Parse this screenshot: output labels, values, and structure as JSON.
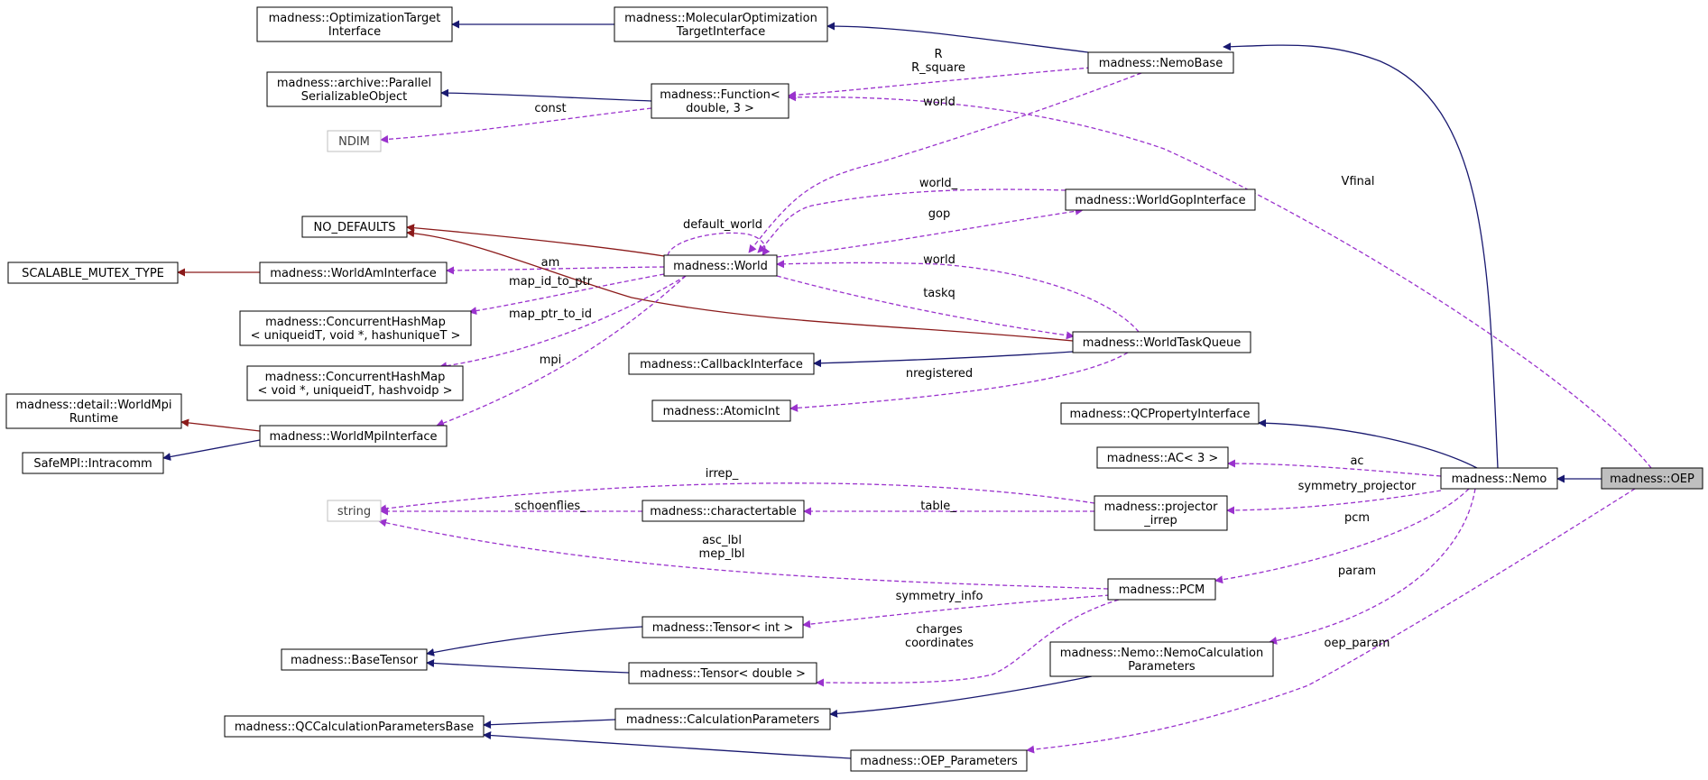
{
  "nodes": {
    "optimization_target_interface": {
      "lines": [
        "madness::OptimizationTarget",
        "Interface"
      ]
    },
    "molecular_optimization_target_interface": {
      "lines": [
        "madness::MolecularOptimization",
        "TargetInterface"
      ]
    },
    "nemo_base": {
      "lines": [
        "madness::NemoBase"
      ]
    },
    "archive_parallel_serializable_object": {
      "lines": [
        "madness::archive::Parallel",
        "SerializableObject"
      ]
    },
    "function_double_3": {
      "lines": [
        "madness::Function<",
        "double, 3 >"
      ]
    },
    "ndim": {
      "lines": [
        "NDIM"
      ]
    },
    "no_defaults": {
      "lines": [
        "NO_DEFAULTS"
      ]
    },
    "world_gop_interface": {
      "lines": [
        "madness::WorldGopInterface"
      ]
    },
    "scalable_mutex_type": {
      "lines": [
        "SCALABLE_MUTEX_TYPE"
      ]
    },
    "world_am_interface": {
      "lines": [
        "madness::WorldAmInterface"
      ]
    },
    "world": {
      "lines": [
        "madness::World"
      ]
    },
    "concurrent_hash_map_uniqueid": {
      "lines": [
        "madness::ConcurrentHashMap",
        "< uniqueidT, void *, hashuniqueT >"
      ]
    },
    "world_task_queue": {
      "lines": [
        "madness::WorldTaskQueue"
      ]
    },
    "concurrent_hash_map_voidptr": {
      "lines": [
        "madness::ConcurrentHashMap",
        "< void *, uniqueidT, hashvoidp >"
      ]
    },
    "callback_interface": {
      "lines": [
        "madness::CallbackInterface"
      ]
    },
    "atomic_int": {
      "lines": [
        "madness::AtomicInt"
      ]
    },
    "detail_world_mpi_runtime": {
      "lines": [
        "madness::detail::WorldMpi",
        "Runtime"
      ]
    },
    "world_mpi_interface": {
      "lines": [
        "madness::WorldMpiInterface"
      ]
    },
    "qc_property_interface": {
      "lines": [
        "madness::QCPropertyInterface"
      ]
    },
    "safempi_intracomm": {
      "lines": [
        "SafeMPI::Intracomm"
      ]
    },
    "ac_3": {
      "lines": [
        "madness::AC< 3 >"
      ]
    },
    "nemo": {
      "lines": [
        "madness::Nemo"
      ]
    },
    "oep": {
      "lines": [
        "madness::OEP"
      ]
    },
    "string": {
      "lines": [
        "string"
      ]
    },
    "charactertable": {
      "lines": [
        "madness::charactertable"
      ]
    },
    "projector_irrep": {
      "lines": [
        "madness::projector",
        "_irrep"
      ]
    },
    "pcm": {
      "lines": [
        "madness::PCM"
      ]
    },
    "tensor_int": {
      "lines": [
        "madness::Tensor< int >"
      ]
    },
    "base_tensor": {
      "lines": [
        "madness::BaseTensor"
      ]
    },
    "nemo_calculation_parameters": {
      "lines": [
        "madness::Nemo::NemoCalculation",
        "Parameters"
      ]
    },
    "tensor_double": {
      "lines": [
        "madness::Tensor< double >"
      ]
    },
    "calculation_parameters": {
      "lines": [
        "madness::CalculationParameters"
      ]
    },
    "qc_calculation_parameters_base": {
      "lines": [
        "madness::QCCalculationParametersBase"
      ]
    },
    "oep_parameters": {
      "lines": [
        "madness::OEP_Parameters"
      ]
    }
  },
  "edge_labels": {
    "r_rsquare": [
      "R",
      "R_square"
    ],
    "const": [
      "const"
    ],
    "world_1": [
      "world"
    ],
    "vfinal": [
      "Vfinal"
    ],
    "world_underscore": [
      "world_"
    ],
    "gop": [
      "gop"
    ],
    "default_world": [
      "default_world"
    ],
    "am": [
      "am"
    ],
    "map_id_to_ptr": [
      "map_id_to_ptr"
    ],
    "world_2": [
      "world"
    ],
    "taskq": [
      "taskq"
    ],
    "map_ptr_to_id": [
      "map_ptr_to_id"
    ],
    "mpi": [
      "mpi"
    ],
    "nregistered": [
      "nregistered"
    ],
    "ac": [
      "ac"
    ],
    "irrep": [
      "irrep_"
    ],
    "symmetry_projector": [
      "symmetry_projector"
    ],
    "schoenflies": [
      "schoenflies_"
    ],
    "table": [
      "table_"
    ],
    "pcm": [
      "pcm"
    ],
    "asc_mep_lbl": [
      "asc_lbl",
      "mep_lbl"
    ],
    "param": [
      "param"
    ],
    "symmetry_info": [
      "symmetry_info"
    ],
    "charges_coordinates": [
      "charges",
      "coordinates"
    ],
    "oep_param": [
      "oep_param"
    ]
  },
  "colors": {
    "inheritance": "#191970",
    "usage": "#9a32cd",
    "private_inheritance": "#8b1a1a",
    "highlight_fill": "#bfbfbf",
    "grey_border": "#bfbfbf"
  }
}
